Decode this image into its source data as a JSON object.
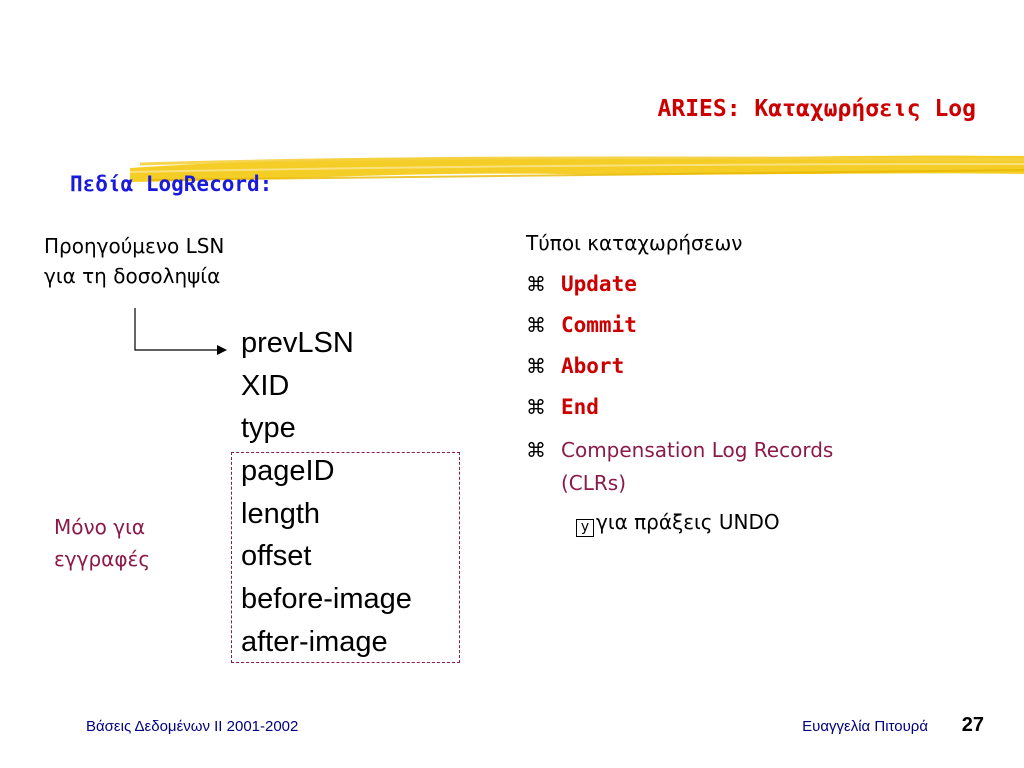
{
  "slide": {
    "title": "ARIES: Καταχωρήσεις Log",
    "subtitle": "Πεδία LogRecord:",
    "prev_lsn_caption": [
      "Προηγούμενο LSN",
      "για τη δοσοληψία"
    ],
    "fields": [
      "prevLSN",
      "XID",
      "type",
      "pageID",
      "length",
      "offset",
      "before-image",
      "after-image"
    ],
    "writes_only_note": [
      "Μόνο για",
      "εγγραφές"
    ],
    "types_heading": "Τύποι καταχωρήσεων",
    "bullet_symbol": "⌘",
    "record_types": [
      "Update",
      "Commit",
      "Abort",
      "End"
    ],
    "clr_item": [
      "Compensation Log Records",
      "(CLRs)"
    ],
    "sub_bullet_symbol": "y",
    "undo_note": "για πράξεις UNDO"
  },
  "footer": {
    "course": "Βάσεις Δεδομένων ΙΙ 2001-2002",
    "author": "Ευαγγελία  Πιτουρά",
    "page_number": "27"
  },
  "colors": {
    "title": "#cc0000",
    "subtitle": "#1a1adc",
    "highlight_stroke": "#f2c400",
    "clr_text": "#8b1a4a",
    "footer": "#000080"
  }
}
